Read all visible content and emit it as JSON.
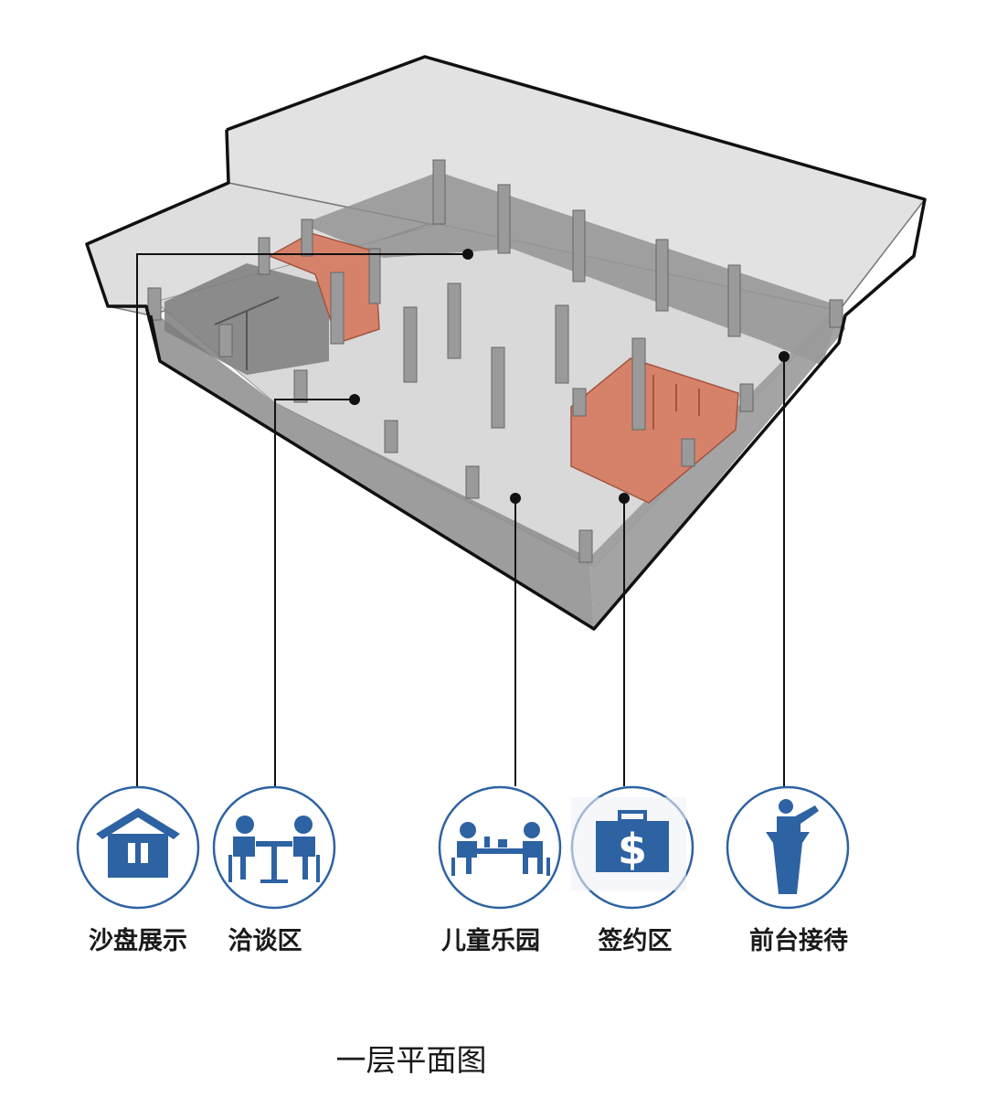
{
  "zones": [
    {
      "id": "sand-table",
      "label": "沙盘展示",
      "icon": "house-icon"
    },
    {
      "id": "negotiation",
      "label": "洽谈区",
      "icon": "meeting-table-icon"
    },
    {
      "id": "kids-playground",
      "label": "儿童乐园",
      "icon": "dining-people-icon"
    },
    {
      "id": "signing",
      "label": "签约区",
      "icon": "dollar-briefcase-icon"
    },
    {
      "id": "reception",
      "label": "前台接待",
      "icon": "podium-speaker-icon"
    }
  ],
  "caption": "一层平面图",
  "colors": {
    "icon_blue": "#2d62a3",
    "highlight_room": "#d6826b",
    "wall_gray": "#8a8a8a",
    "floor_gray": "#dcdcdc",
    "outline": "#111111"
  }
}
